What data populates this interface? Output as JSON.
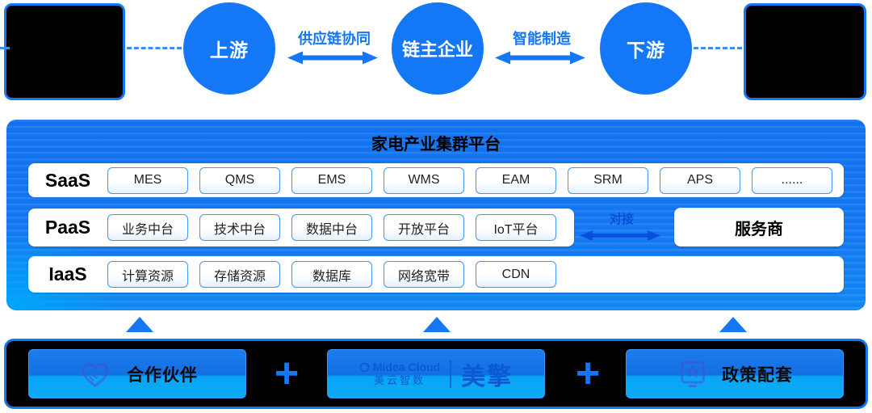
{
  "chain": {
    "nodes": [
      {
        "label": "上游"
      },
      {
        "label": "链主企业"
      },
      {
        "label": "下游"
      }
    ],
    "links": [
      {
        "label": "供应链协同"
      },
      {
        "label": "智能制造"
      }
    ]
  },
  "platform": {
    "title": "家电产业集群平台",
    "layers": [
      {
        "name": "SaaS",
        "items": [
          "MES",
          "QMS",
          "EMS",
          "WMS",
          "EAM",
          "SRM",
          "APS",
          "......"
        ]
      },
      {
        "name": "PaaS",
        "items": [
          "业务中台",
          "技术中台",
          "数据中台",
          "开放平台",
          "IoT平台"
        ]
      },
      {
        "name": "IaaS",
        "items": [
          "计算资源",
          "存储资源",
          "数据库",
          "网络宽带",
          "CDN"
        ]
      }
    ],
    "connect_label": "对接",
    "service_provider_label": "服务商"
  },
  "foundation": {
    "partner_label": "合作伙伴",
    "vendor_logo": {
      "line1": "Midea Cloud",
      "line2": "美云智数",
      "brand": "美擎"
    },
    "policy_label": "政策配套",
    "plus_symbol": "+"
  },
  "colors": {
    "primary_blue": "#1377F6",
    "panel_blue": "#1478F2",
    "light_blue": "#00A6F7",
    "logo_blue": "#0B5AD2",
    "connect_blue": "#0A4ED6",
    "box_black": "#000000",
    "white": "#FFFFFF"
  }
}
